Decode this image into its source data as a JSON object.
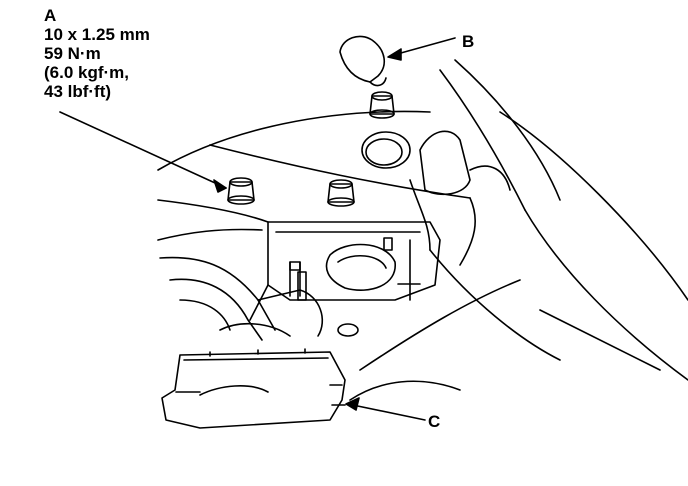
{
  "callouts": {
    "a": {
      "letter": "A",
      "spec_lines": [
        "10 x 1.25 mm",
        "59 N·m",
        "(6.0 kgf·m,",
        "43 lbf·ft)"
      ]
    },
    "b": {
      "letter": "B"
    },
    "c": {
      "letter": "C"
    }
  },
  "style": {
    "ink": "#000000",
    "paper": "#ffffff"
  }
}
